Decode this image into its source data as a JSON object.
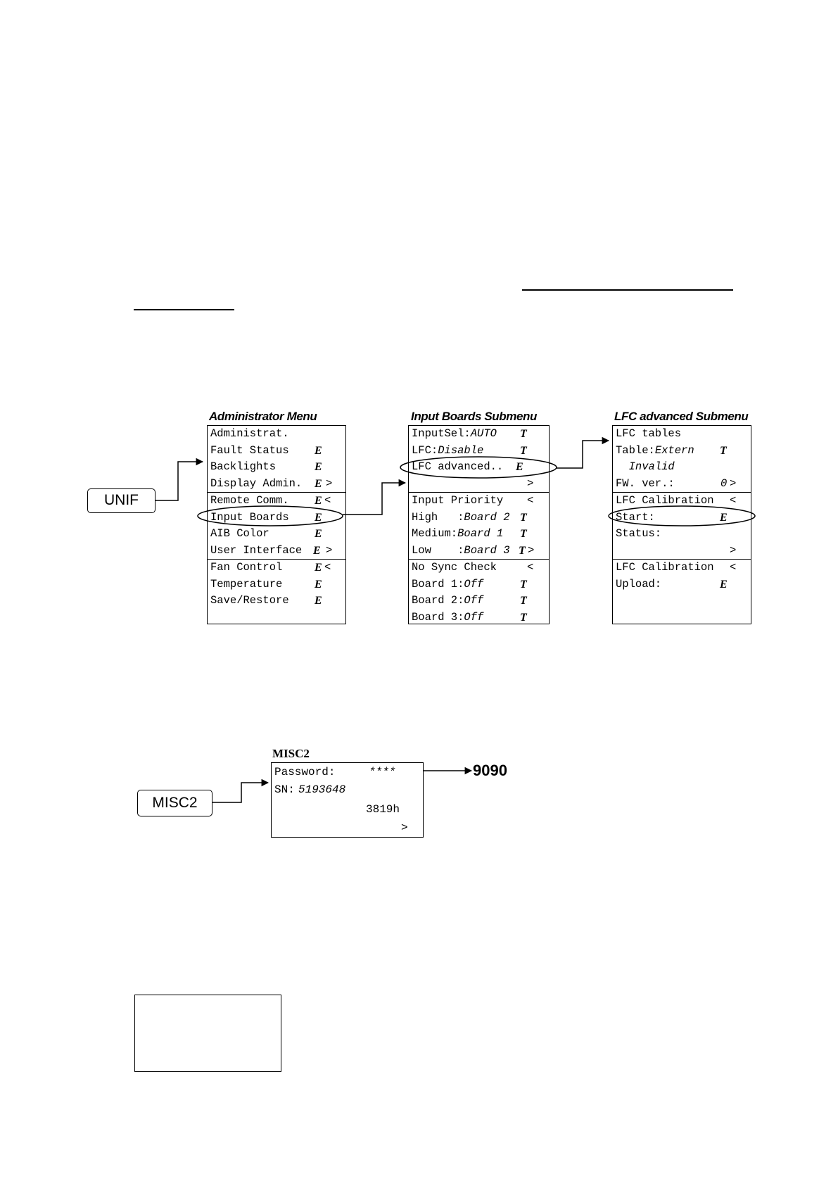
{
  "menus": {
    "admin": {
      "title": "Administrator Menu",
      "sections": [
        [
          {
            "text": "Administrat.",
            "mark": "",
            "arrow": ""
          },
          {
            "text": "Fault Status",
            "mark": "E",
            "arrow": ""
          },
          {
            "text": "Backlights",
            "mark": "E",
            "arrow": ""
          },
          {
            "text": "Display Admin.",
            "mark": "E",
            "arrow": ">"
          }
        ],
        [
          {
            "text": "Remote Comm.",
            "mark": "E",
            "arrow": "<"
          },
          {
            "text": "Input Boards",
            "mark": "E",
            "arrow": ""
          },
          {
            "text": "AIB Color",
            "mark": "E",
            "arrow": ""
          },
          {
            "text": "User Interface",
            "mark": "E",
            "arrow": ">"
          }
        ],
        [
          {
            "text": "Fan Control",
            "mark": "E",
            "arrow": "<"
          },
          {
            "text": "Temperature",
            "mark": "E",
            "arrow": ""
          },
          {
            "text": "Save/Restore",
            "mark": "E",
            "arrow": ""
          },
          {
            "text": "",
            "mark": "",
            "arrow": ""
          }
        ]
      ]
    },
    "input_boards": {
      "title": "Input Boards Submenu",
      "sections": [
        [
          {
            "text": "InputSel:",
            "value": "AUTO",
            "mark": "T",
            "arrow": ""
          },
          {
            "text": "LFC:",
            "value": "Disable",
            "mark": "T",
            "arrow": ""
          },
          {
            "text": "LFC advanced..",
            "mark": "E",
            "arrow": ""
          },
          {
            "text": "",
            "mark": "",
            "arrow": ">"
          }
        ],
        [
          {
            "text": "Input Priority",
            "mark": "",
            "arrow": "<"
          },
          {
            "text": "High   :",
            "value": "Board 2",
            "mark": "T",
            "arrow": ""
          },
          {
            "text": "Medium:",
            "value": "Board 1",
            "mark": "T",
            "arrow": ""
          },
          {
            "text": "Low    :",
            "value": "Board 3",
            "mark": "T",
            "arrow": ">"
          }
        ],
        [
          {
            "text": "No Sync Check",
            "mark": "",
            "arrow": "<"
          },
          {
            "text": "Board 1:",
            "value": "Off",
            "mark": "T",
            "arrow": ""
          },
          {
            "text": "Board 2:",
            "value": "Off",
            "mark": "T",
            "arrow": ""
          },
          {
            "text": "Board 3:",
            "value": "Off",
            "mark": "T",
            "arrow": ""
          }
        ]
      ]
    },
    "lfc_advanced": {
      "title": "LFC advanced Submenu",
      "sections": [
        [
          {
            "text": "LFC tables",
            "mark": "",
            "arrow": ""
          },
          {
            "text": "Table:",
            "value": "Extern",
            "mark": "T",
            "arrow": ""
          },
          {
            "text": "  ",
            "value": "Invalid",
            "mark": "",
            "arrow": ""
          },
          {
            "text": "FW. ver.:",
            "value": "0",
            "mark": "",
            "arrow": ">"
          }
        ],
        [
          {
            "text": "LFC Calibration",
            "mark": "",
            "arrow": "<"
          },
          {
            "text": "Start:",
            "mark": "E",
            "arrow": ""
          },
          {
            "text": "Status:",
            "mark": "",
            "arrow": ""
          },
          {
            "text": "",
            "mark": "",
            "arrow": ">"
          }
        ],
        [
          {
            "text": "LFC Calibration",
            "mark": "",
            "arrow": "<"
          },
          {
            "text": "Upload:",
            "mark": "E",
            "arrow": ""
          },
          {
            "text": "",
            "mark": "",
            "arrow": ""
          },
          {
            "text": "",
            "mark": "",
            "arrow": ""
          }
        ]
      ]
    }
  },
  "buttons": {
    "unif": "UNIF",
    "misc2": "MISC2"
  },
  "misc2_menu": {
    "title": "MISC2",
    "password_label": "Password:",
    "password_value": "****",
    "sn_label": "SN:",
    "sn_value": "5193648",
    "hours": "3819h",
    "arrow": ">"
  },
  "password_code": "9090"
}
